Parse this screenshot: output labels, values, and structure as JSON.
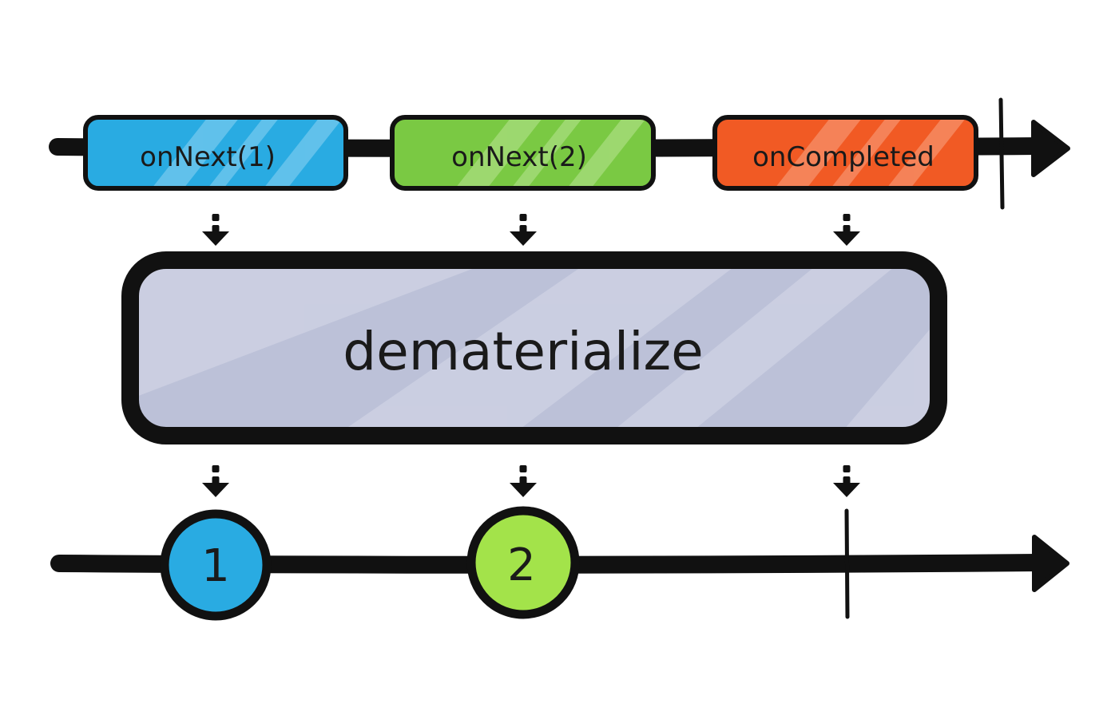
{
  "input_events": [
    {
      "label": "onNext(1)",
      "color": "#29abe2",
      "highlight": "#8fd3f2"
    },
    {
      "label": "onNext(2)",
      "color": "#7ac943",
      "highlight": "#b9e394"
    },
    {
      "label": "onCompleted",
      "color": "#f15a24",
      "highlight": "#f7a584"
    }
  ],
  "operator": {
    "label": "dematerialize",
    "color": "#bcc1d8",
    "highlight": "#d9dcea"
  },
  "output_events": [
    {
      "label": "1",
      "color": "#29abe2"
    },
    {
      "label": "2",
      "color": "#a3e34a"
    }
  ],
  "colors": {
    "ink": "#111111",
    "background": "#ffffff"
  }
}
